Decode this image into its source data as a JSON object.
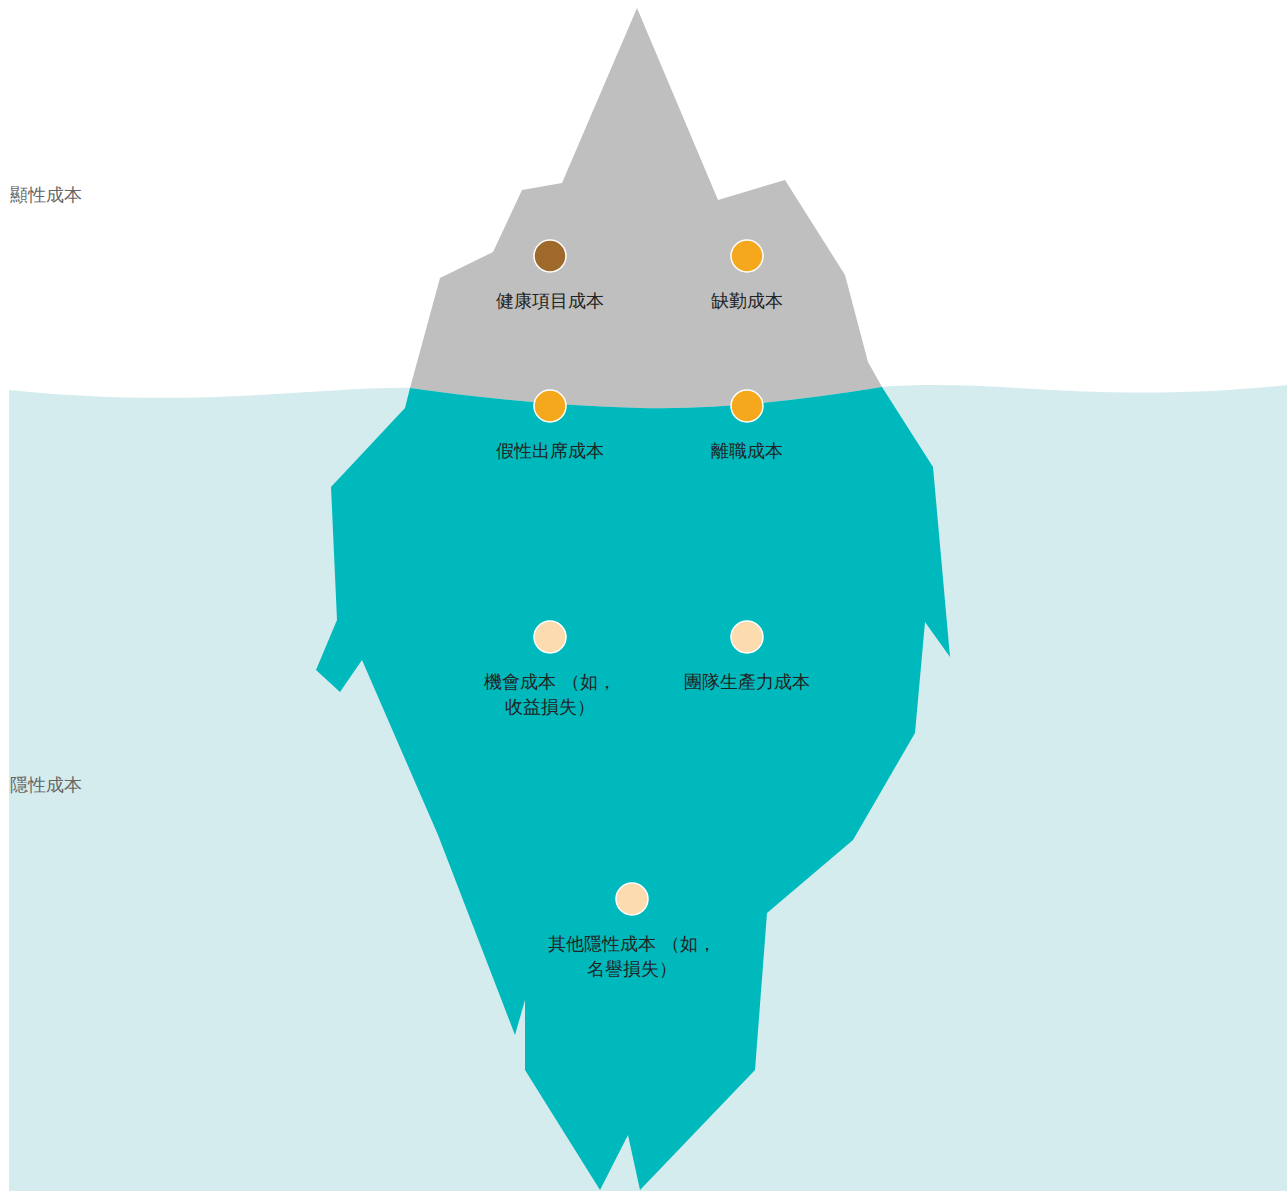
{
  "diagram": {
    "nodes": [
      {
        "text": [
          "健康項目成本"
        ]
      },
      {
        "text": [
          "缺勤成本"
        ]
      },
      {
        "text": [
          "假性出席成本"
        ]
      },
      {
        "text": [
          "離職成本"
        ]
      },
      {
        "text": [
          "機會成本 （如，收益損失）"
        ]
      },
      {
        "text": [
          "團隊生產力成本"
        ]
      },
      {
        "text": [
          "其他隱性成本 （如，名譽損失）"
        ]
      }
    ],
    "labels": [
      "顯性成本",
      "隱性成本"
    ]
  }
}
